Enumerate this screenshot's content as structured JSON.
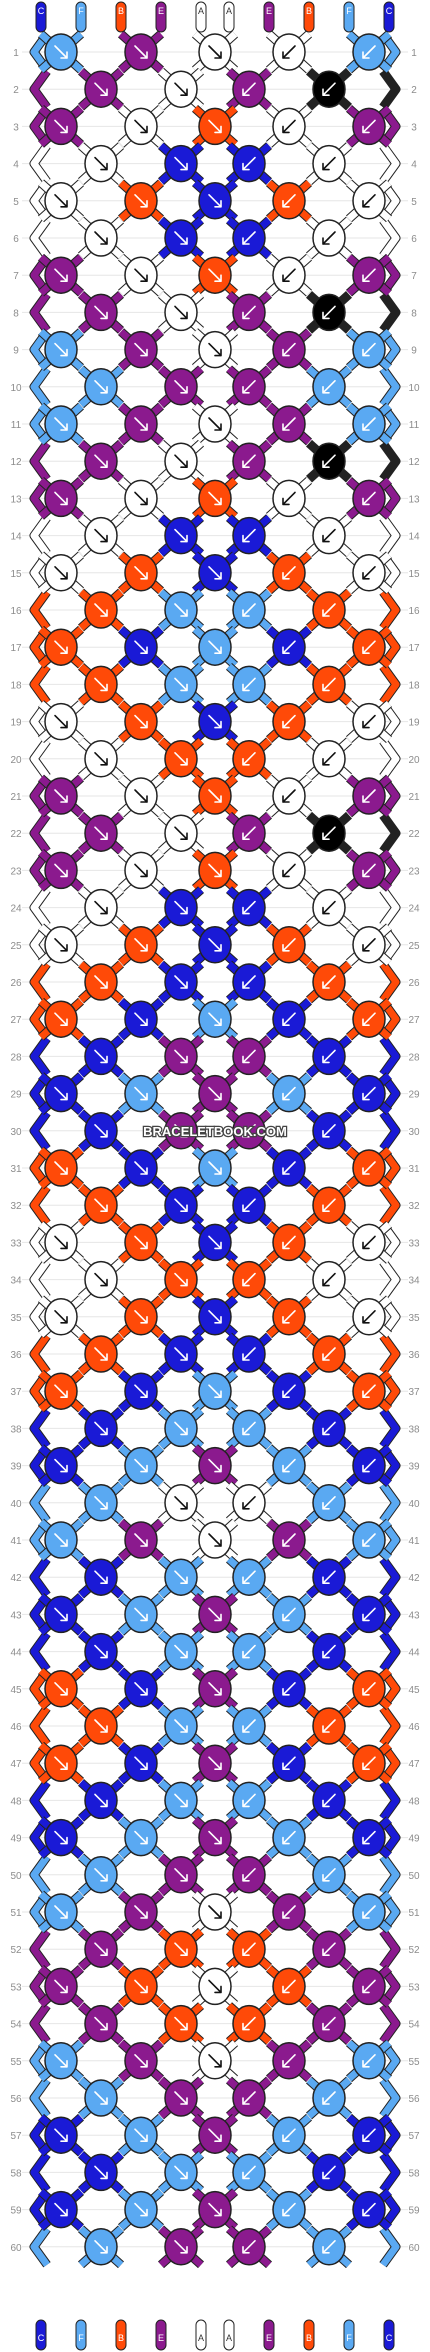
{
  "watermark": "BRACELETBOOK.COM",
  "colors": {
    "C": "#1a1ad6",
    "F": "#5aa9f2",
    "B": "#ff4a08",
    "E": "#8b1a8e",
    "A": "#ffffff"
  },
  "strands": [
    "C",
    "F",
    "B",
    "E",
    "A",
    "A",
    "E",
    "B",
    "F",
    "C"
  ],
  "row_labels": [
    "1",
    "2",
    "3",
    "4",
    "5",
    "6",
    "7",
    "8",
    "9",
    "10",
    "11",
    "12",
    "13",
    "14",
    "15",
    "16",
    "17",
    "18",
    "19",
    "20",
    "21",
    "22",
    "23",
    "24",
    "25",
    "26",
    "27",
    "28",
    "29",
    "30",
    "31",
    "32",
    "33",
    "34",
    "35",
    "36",
    "37",
    "38",
    "39",
    "40",
    "41",
    "42",
    "43",
    "44",
    "45",
    "46",
    "47",
    "48",
    "49",
    "50",
    "51",
    "52",
    "53",
    "54",
    "55",
    "56",
    "57",
    "58",
    "59",
    "60"
  ],
  "knot_rows": [
    [
      "F",
      "E",
      "A",
      "A",
      "F"
    ],
    [
      "E",
      "A",
      "E"
    ],
    [
      "E",
      "A",
      "B",
      "A",
      "E"
    ],
    [
      "A",
      "C",
      "C",
      "A"
    ],
    [
      "A",
      "B",
      "C",
      "B",
      "A"
    ],
    [
      "A",
      "C",
      "C",
      "A"
    ],
    [
      "E",
      "A",
      "B",
      "A",
      "E"
    ],
    [
      "E",
      "A",
      "E"
    ],
    [
      "F",
      "E",
      "A",
      "E",
      "F"
    ],
    [
      "F",
      "E",
      "E",
      "F"
    ],
    [
      "F",
      "E",
      "A",
      "E",
      "F"
    ],
    [
      "E",
      "A",
      "E"
    ],
    [
      "E",
      "A",
      "B",
      "A",
      "E"
    ],
    [
      "A",
      "C",
      "C",
      "A"
    ],
    [
      "A",
      "B",
      "C",
      "B",
      "A"
    ],
    [
      "B",
      "F",
      "F",
      "B"
    ],
    [
      "B",
      "C",
      "F",
      "C",
      "B"
    ],
    [
      "B",
      "F",
      "F",
      "B"
    ],
    [
      "A",
      "B",
      "C",
      "B",
      "A"
    ],
    [
      "A",
      "B",
      "B",
      "A"
    ],
    [
      "E",
      "A",
      "B",
      "A",
      "E"
    ],
    [
      "E",
      "A",
      "E"
    ],
    [
      "E",
      "A",
      "B",
      "A",
      "E"
    ],
    [
      "A",
      "C",
      "C",
      "A"
    ],
    [
      "A",
      "B",
      "C",
      "B",
      "A"
    ],
    [
      "B",
      "C",
      "C",
      "B"
    ],
    [
      "B",
      "C",
      "F",
      "C",
      "B"
    ],
    [
      "C",
      "E",
      "E",
      "C"
    ],
    [
      "C",
      "F",
      "E",
      "F",
      "C"
    ],
    [
      "C",
      "E",
      "E",
      "C"
    ],
    [
      "B",
      "C",
      "F",
      "C",
      "B"
    ],
    [
      "B",
      "C",
      "C",
      "B"
    ],
    [
      "A",
      "B",
      "C",
      "B",
      "A"
    ],
    [
      "A",
      "B",
      "B",
      "A"
    ],
    [
      "A",
      "B",
      "C",
      "B",
      "A"
    ],
    [
      "B",
      "C",
      "C",
      "B"
    ],
    [
      "B",
      "C",
      "F",
      "C",
      "B"
    ],
    [
      "C",
      "F",
      "F",
      "C"
    ],
    [
      "C",
      "F",
      "E",
      "F",
      "C"
    ],
    [
      "F",
      "A",
      "A",
      "F"
    ],
    [
      "F",
      "E",
      "A",
      "E",
      "F"
    ],
    [
      "C",
      "F",
      "F",
      "C"
    ],
    [
      "C",
      "F",
      "E",
      "F",
      "C"
    ],
    [
      "C",
      "F",
      "F",
      "C"
    ],
    [
      "B",
      "C",
      "E",
      "C",
      "B"
    ],
    [
      "B",
      "F",
      "F",
      "B"
    ],
    [
      "B",
      "C",
      "E",
      "C",
      "B"
    ],
    [
      "C",
      "F",
      "F",
      "C"
    ],
    [
      "C",
      "F",
      "E",
      "F",
      "C"
    ],
    [
      "F",
      "E",
      "E",
      "F"
    ],
    [
      "F",
      "E",
      "A",
      "E",
      "F"
    ],
    [
      "E",
      "B",
      "B",
      "E"
    ],
    [
      "E",
      "B",
      "A",
      "B",
      "E"
    ],
    [
      "E",
      "B",
      "B",
      "E"
    ],
    [
      "F",
      "E",
      "A",
      "E",
      "F"
    ],
    [
      "F",
      "E",
      "E",
      "F"
    ],
    [
      "C",
      "F",
      "E",
      "F",
      "C"
    ],
    [
      "C",
      "F",
      "F",
      "C"
    ],
    [
      "C",
      "F",
      "E",
      "F",
      "C"
    ],
    [
      "F",
      "E",
      "E",
      "F"
    ]
  ]
}
